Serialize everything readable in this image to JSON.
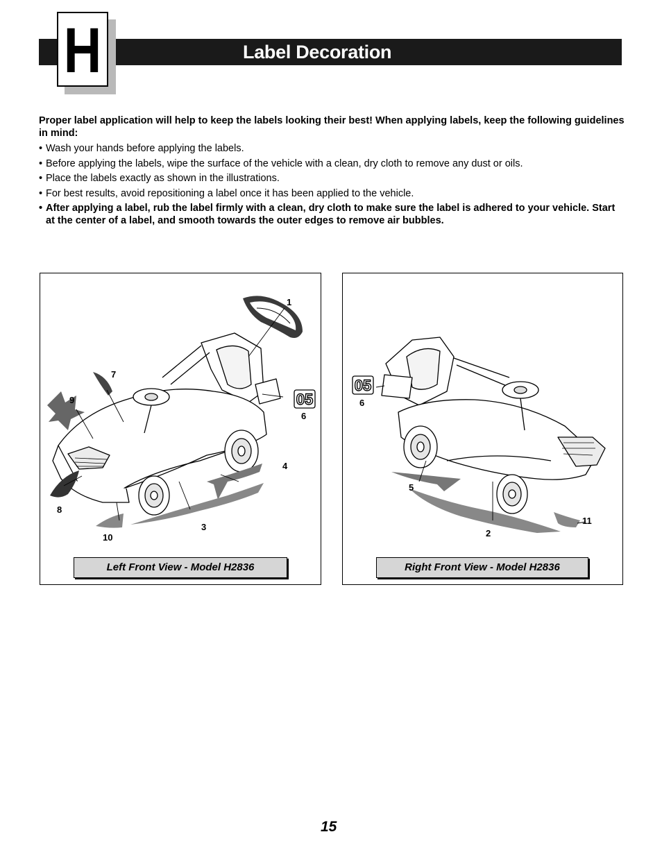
{
  "section": {
    "letter": "H",
    "title": "Label Decoration"
  },
  "intro": {
    "lead": "Proper label application will help to keep the labels looking their best! When applying labels, keep the following guidelines in mind:",
    "bullets": [
      "Wash your hands before applying the labels.",
      "Before applying the labels, wipe the surface of the vehicle with a clean, dry cloth to remove any dust or oils.",
      "Place the labels exactly as shown in the illustrations.",
      "For best results, avoid repositioning a label once it has been applied to the vehicle.",
      "After applying a label, rub the label firmly with a clean, dry cloth to make sure the label is adhered to your vehicle. Start at the center of a label, and smooth towards the outer edges to remove air bubbles."
    ]
  },
  "figures": {
    "left": {
      "caption": "Left Front View - Model H2836",
      "badge_text": "05",
      "callouts": [
        "1",
        "7",
        "9",
        "6",
        "4",
        "8",
        "3",
        "10"
      ]
    },
    "right": {
      "caption": "Right Front View - Model H2836",
      "badge_text": "05",
      "callouts": [
        "6",
        "5",
        "11",
        "2"
      ]
    }
  },
  "page_number": "15"
}
